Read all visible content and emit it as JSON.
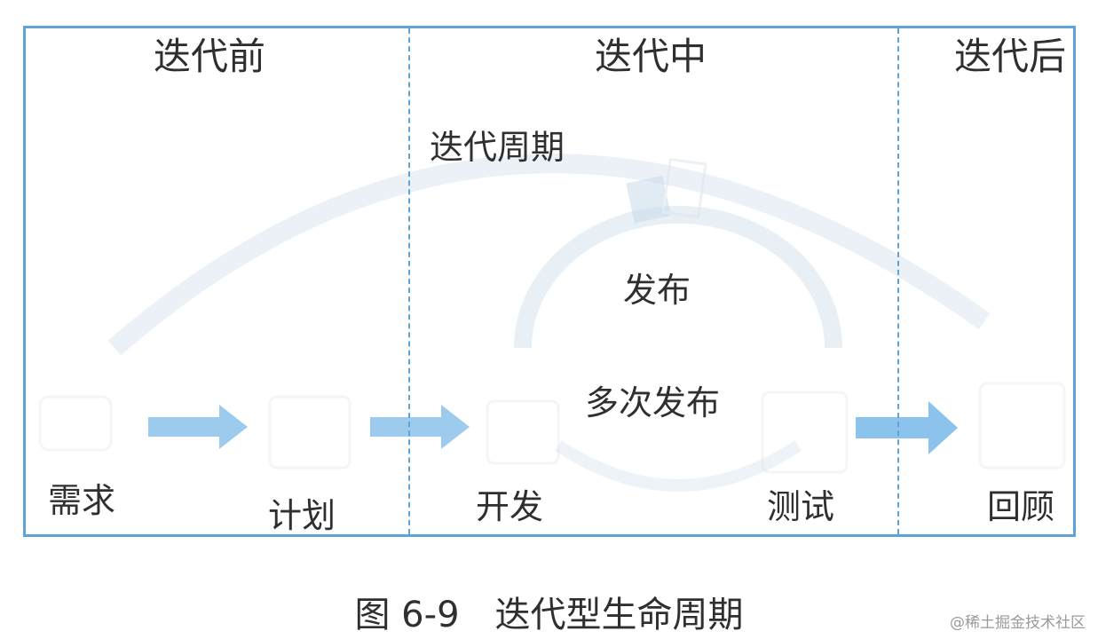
{
  "phases": {
    "before": "迭代前",
    "during": "迭代中",
    "after": "迭代后"
  },
  "cycle_label": "迭代周期",
  "center_labels": {
    "release": "发布",
    "multi_release": "多次发布"
  },
  "steps": [
    "需求",
    "计划",
    "开发",
    "测试",
    "回顾"
  ],
  "caption": {
    "number": "图 6-9",
    "title": "迭代型生命周期"
  },
  "watermark": "@稀土掘金技术社区",
  "colors": {
    "frame": "#5ea3d9",
    "arrow": "#6fb3e3",
    "text": "#2f2f2f"
  }
}
